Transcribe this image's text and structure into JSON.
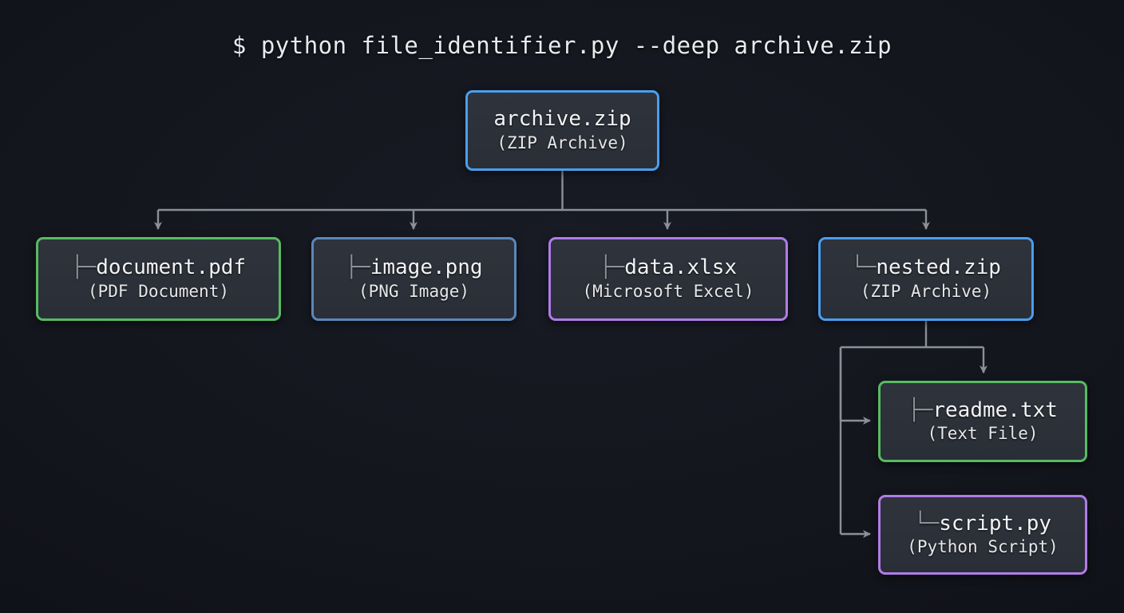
{
  "command": "$ python file_identifier.py --deep archive.zip",
  "theme": {
    "background": "#13151c",
    "node_fill": "#2d3139",
    "text": "#f2f3f5",
    "tree_glyph": "#8b9099",
    "connector": "#8a8f98",
    "blue": "#4a9eef",
    "steel_blue": "#5b87b8",
    "green": "#57bb63",
    "purple": "#b07ce8"
  },
  "nodes": {
    "root": {
      "glyph": "",
      "name": "archive.zip",
      "desc": "(ZIP Archive)",
      "color": "#4a9eef"
    },
    "children": [
      {
        "glyph": "├─",
        "name": "document.pdf",
        "desc": "(PDF Document)",
        "color": "#57bb63"
      },
      {
        "glyph": "├─",
        "name": "image.png",
        "desc": "(PNG Image)",
        "color": "#5b87b8"
      },
      {
        "glyph": "├─",
        "name": "data.xlsx",
        "desc": "(Microsoft Excel)",
        "color": "#b07ce8"
      },
      {
        "glyph": "└─",
        "name": "nested.zip",
        "desc": "(ZIP Archive)",
        "color": "#4a9eef"
      }
    ],
    "nested_children": [
      {
        "glyph": "├─",
        "name": "readme.txt",
        "desc": "(Text File)",
        "color": "#57bb63"
      },
      {
        "glyph": "└─",
        "name": "script.py",
        "desc": "(Python Script)",
        "color": "#b07ce8"
      }
    ]
  }
}
